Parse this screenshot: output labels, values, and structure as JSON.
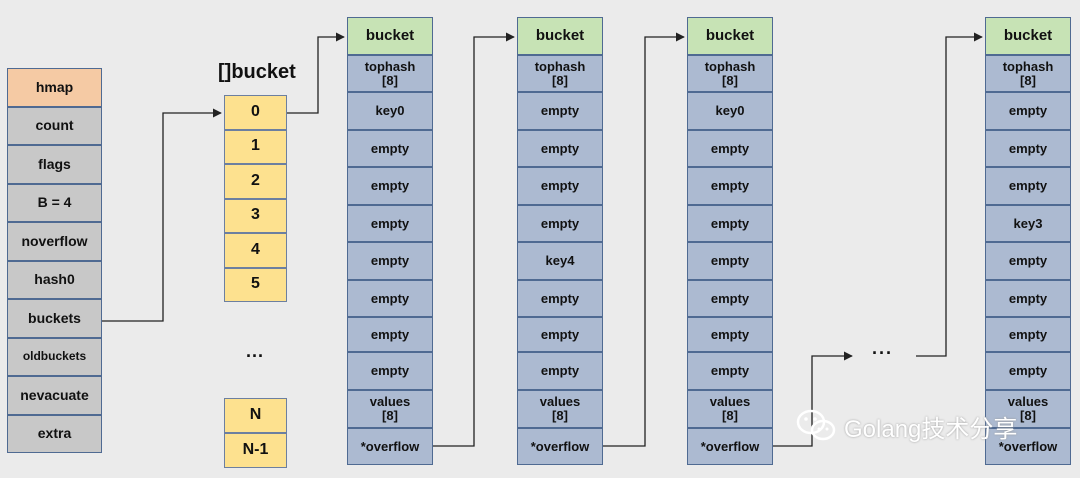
{
  "hmap": {
    "title": "hmap",
    "fields": [
      "count",
      "flags",
      "B = 4",
      "noverflow",
      "hash0",
      "buckets",
      "oldbuckets",
      "nevacuate",
      "extra"
    ]
  },
  "bucket_array": {
    "title": "[]bucket",
    "indices": [
      "0",
      "1",
      "2",
      "3",
      "4",
      "5"
    ],
    "ellipsis": "...",
    "tail": [
      "N",
      "N-1"
    ]
  },
  "buckets": [
    {
      "header": "bucket",
      "tophash": "tophash\n[8]",
      "keys": [
        "key0",
        "empty",
        "empty",
        "empty",
        "empty",
        "empty",
        "empty",
        "empty"
      ],
      "values": "values\n[8]",
      "overflow": "*overflow"
    },
    {
      "header": "bucket",
      "tophash": "tophash\n[8]",
      "keys": [
        "empty",
        "empty",
        "empty",
        "empty",
        "key4",
        "empty",
        "empty",
        "empty"
      ],
      "values": "values\n[8]",
      "overflow": "*overflow"
    },
    {
      "header": "bucket",
      "tophash": "tophash\n[8]",
      "keys": [
        "key0",
        "empty",
        "empty",
        "empty",
        "empty",
        "empty",
        "empty",
        "empty"
      ],
      "values": "values\n[8]",
      "overflow": "*overflow"
    },
    {
      "header": "bucket",
      "tophash": "tophash\n[8]",
      "keys": [
        "empty",
        "empty",
        "empty",
        "key3",
        "empty",
        "empty",
        "empty",
        "empty"
      ],
      "values": "values\n[8]",
      "overflow": "*overflow"
    }
  ],
  "chain_ellipsis": "···",
  "watermark": {
    "text": "Golang技术分享",
    "icon": "wechat-icon"
  },
  "colors": {
    "hmap_header": "#f5caa4",
    "hmap_field": "#c8c8c8",
    "bucket_array": "#fde18f",
    "bucket_header": "#c7e3b5",
    "bucket_cell": "#acbad1",
    "border": "#4f6a92",
    "background": "#ebebeb"
  }
}
